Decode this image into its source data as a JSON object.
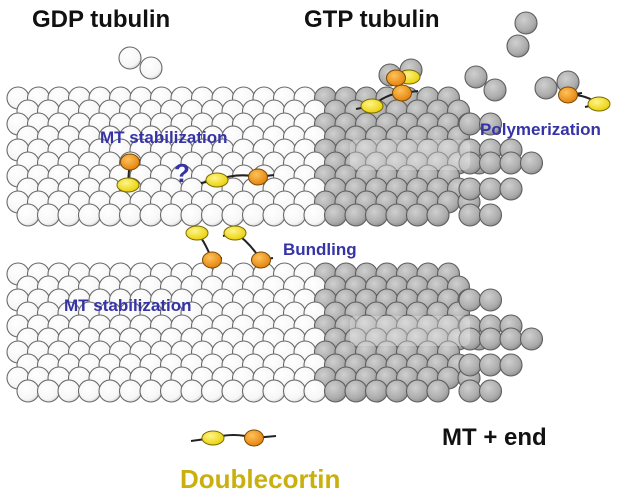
{
  "labels": {
    "gdp_tubulin": "GDP tubulin",
    "gtp_tubulin": "GTP tubulin",
    "mt_stabilization_top": "MT stabilization",
    "mt_stabilization_bottom": "MT stabilization",
    "polymerization": "Polymerization",
    "bundling": "Bundling",
    "question_mark": "?",
    "mt_plus_end": "MT + end",
    "doublecortin": "Doublecortin"
  },
  "colors": {
    "gdp_subunit": "#ffffff",
    "gtp_subunit": "#b4b4b4",
    "dcx_yellow": "#f5e10c",
    "dcx_orange": "#ef9717",
    "label_blue": "#3533a6",
    "label_gold": "#c9b00f"
  }
}
